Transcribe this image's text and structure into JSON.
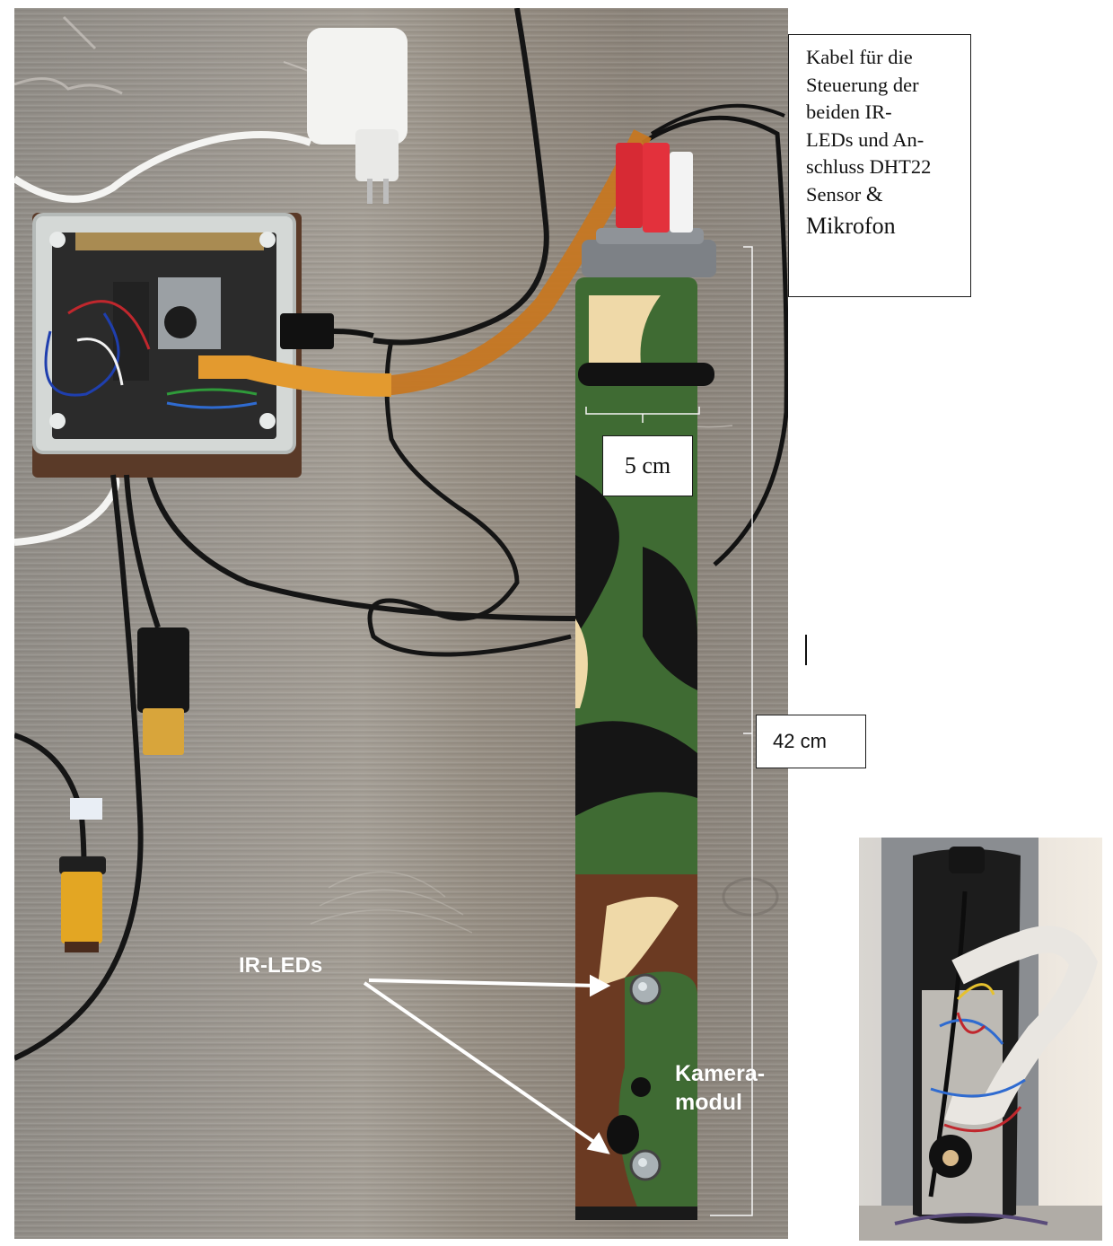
{
  "figure": {
    "main_photo": {
      "description": "Camouflage-wrapped tube camera trap with electronics box, power adapter and cables on wooden floor",
      "annotations": {
        "cable_label": {
          "lines": [
            "Kabel für die",
            "Steuerung der",
            "beiden IR-",
            "LEDs und An-",
            "schluss DHT22",
            "Sensor",
            "&",
            "Mikrofon"
          ]
        },
        "width_label": "5 cm",
        "length_label": "42 cm",
        "ir_leds_label": "IR-LEDs",
        "camera_label": [
          "Kamera-",
          "modul"
        ]
      }
    },
    "inset_photo": {
      "description": "Opened grey tube interior showing camera module, ribbon cable, colored wires and microphone"
    },
    "colors": {
      "wood": "#958f87",
      "camo_green": "#3f6b33",
      "camo_beige": "#efd9a8",
      "camo_brown": "#6b3a22",
      "camo_black": "#151515",
      "ribbon_orange": "#c8741c",
      "label_border": "#1a1a1a",
      "overlay_text": "#ffffff"
    }
  }
}
